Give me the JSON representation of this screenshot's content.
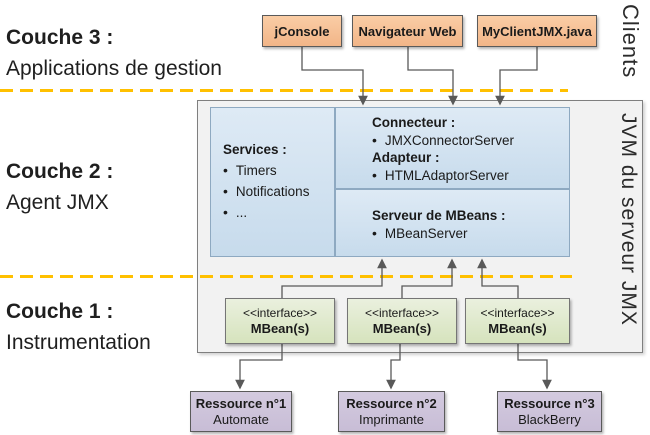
{
  "layers": [
    {
      "title": "Couche 3 :",
      "subtitle": "Applications de gestion"
    },
    {
      "title": "Couche 2 :",
      "subtitle": "Agent JMX"
    },
    {
      "title": "Couche 1 :",
      "subtitle": "Instrumentation"
    }
  ],
  "clients_label": "Clients",
  "client_boxes": [
    "jConsole",
    "Navigateur Web",
    "MyClientJMX.java"
  ],
  "jvm_label": "JVM du serveur JMX",
  "services": {
    "title": "Services :",
    "items": [
      "Timers",
      "Notifications",
      "..."
    ]
  },
  "connector_adaptor": {
    "sections": [
      {
        "title": "Connecteur :",
        "item": "JMXConnectorServer"
      },
      {
        "title": "Adapteur :",
        "item": "HTMLAdaptorServer"
      }
    ]
  },
  "mbean_server": {
    "title": "Serveur de MBeans :",
    "item": "MBeanServer"
  },
  "interfaces": [
    {
      "stereotype": "<<interface>>",
      "name": "MBean(s)"
    },
    {
      "stereotype": "<<interface>>",
      "name": "MBean(s)"
    },
    {
      "stereotype": "<<interface>>",
      "name": "MBean(s)"
    }
  ],
  "resources": [
    {
      "title": "Ressource n°1",
      "subtitle": "Automate"
    },
    {
      "title": "Ressource n°2",
      "subtitle": "Imprimante"
    },
    {
      "title": "Ressource n°3",
      "subtitle": "BlackBerry"
    }
  ],
  "colors": {
    "separator": "#FFC000",
    "connector": "#595959",
    "client_box_fill_top": "#FACDA5",
    "client_box_fill_bottom": "#F2B588",
    "client_box_border": "#5A5A5A",
    "agent_box_fill_top": "#DEEAF5",
    "agent_box_fill_bottom": "#C7DBEC",
    "agent_box_border": "#8EA9C1",
    "interface_box_fill_top": "#EAF0DE",
    "interface_box_fill_bottom": "#D6E3BD",
    "interface_box_border": "#757575",
    "resource_box_fill_top": "#D3CADF",
    "resource_box_fill_bottom": "#C8BDD6",
    "resource_box_border": "#5A5A5A",
    "jvm_box_fill": "#F2F2F2",
    "jvm_box_border": "#7F7F7F"
  }
}
